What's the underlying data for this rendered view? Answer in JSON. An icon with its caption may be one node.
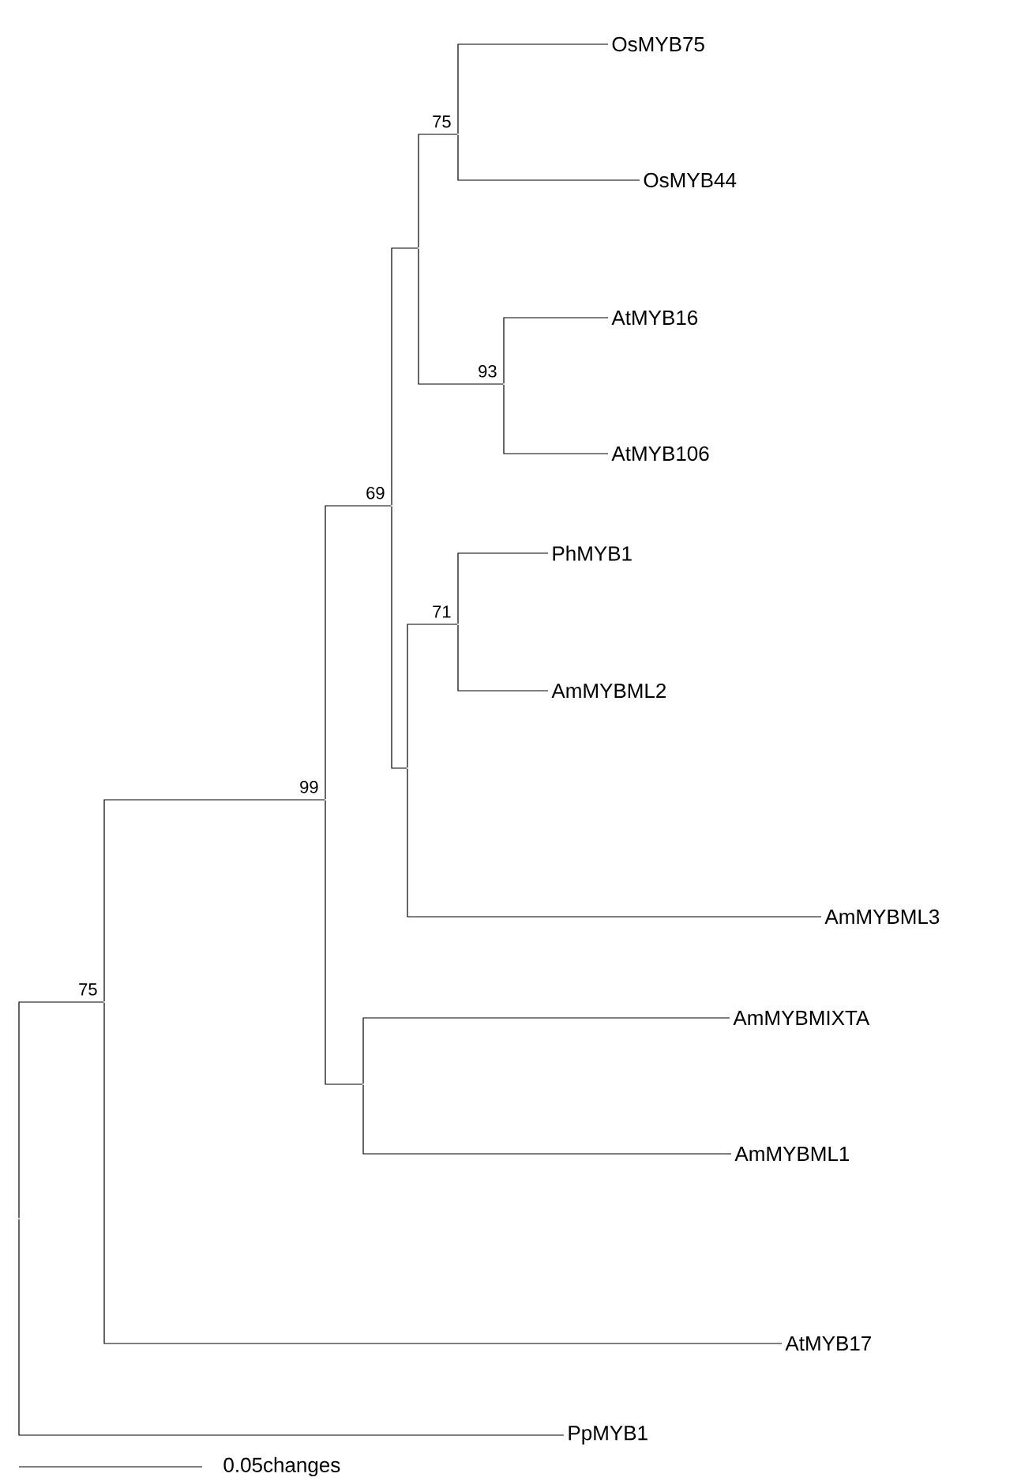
{
  "diagram": {
    "nodes": [
      {
        "text": [
          "OsMYB75"
        ]
      },
      {
        "text": [],
        "shape": "point",
        "beside": [
          "75"
        ]
      },
      {
        "text": [
          "OsMYB44"
        ]
      },
      {
        "text": [],
        "shape": "point"
      },
      {
        "text": [
          "AtMYB16"
        ]
      },
      {
        "text": [],
        "shape": "point",
        "beside": [
          "93"
        ]
      },
      {
        "text": [
          "AtMYB106"
        ]
      },
      {
        "text": [],
        "shape": "point",
        "beside": [
          "69"
        ]
      },
      {
        "text": [
          "PhMYB1"
        ]
      },
      {
        "text": [],
        "shape": "point",
        "beside": [
          "71"
        ]
      },
      {
        "text": [
          "AmMYBML2"
        ]
      },
      {
        "text": [],
        "shape": "point"
      },
      {
        "text": [],
        "shape": "point",
        "beside": [
          "99"
        ]
      },
      {
        "text": [
          "AmMYBML3"
        ]
      },
      {
        "text": [],
        "shape": "point",
        "beside": [
          "75"
        ]
      },
      {
        "text": [
          "AmMYBMIXTA"
        ]
      },
      {
        "text": [],
        "shape": "point"
      },
      {
        "text": [
          "AmMYBML1"
        ]
      },
      {
        "text": [],
        "shape": "point"
      },
      {
        "text": [
          "AtMYB17"
        ]
      },
      {
        "text": [
          "PpMYB1"
        ]
      }
    ],
    "edges": [
      {
        "from": 1,
        "to": 0,
        "arrow": "none"
      },
      {
        "from": 1,
        "to": 2,
        "arrow": "none"
      },
      {
        "from": 5,
        "to": 4,
        "arrow": "none"
      },
      {
        "from": 5,
        "to": 6,
        "arrow": "none"
      },
      {
        "from": 3,
        "to": 1,
        "arrow": "none"
      },
      {
        "from": 3,
        "to": 5,
        "arrow": "none"
      },
      {
        "from": 9,
        "to": 8,
        "arrow": "none"
      },
      {
        "from": 9,
        "to": 10,
        "arrow": "none"
      },
      {
        "from": 11,
        "to": 9,
        "arrow": "none"
      },
      {
        "from": 11,
        "to": 13,
        "arrow": "none"
      },
      {
        "from": 7,
        "to": 3,
        "arrow": "none"
      },
      {
        "from": 7,
        "to": 11,
        "arrow": "none"
      },
      {
        "from": 16,
        "to": 15,
        "arrow": "none"
      },
      {
        "from": 16,
        "to": 17,
        "arrow": "none"
      },
      {
        "from": 12,
        "to": 7,
        "arrow": "none"
      },
      {
        "from": 12,
        "to": 16,
        "arrow": "none"
      },
      {
        "from": 14,
        "to": 12,
        "arrow": "none"
      },
      {
        "from": 14,
        "to": 19,
        "arrow": "none"
      },
      {
        "from": 18,
        "to": 14,
        "arrow": "none"
      },
      {
        "from": 18,
        "to": 20,
        "arrow": "none"
      }
    ],
    "labels": [
      "0.05changes"
    ]
  }
}
